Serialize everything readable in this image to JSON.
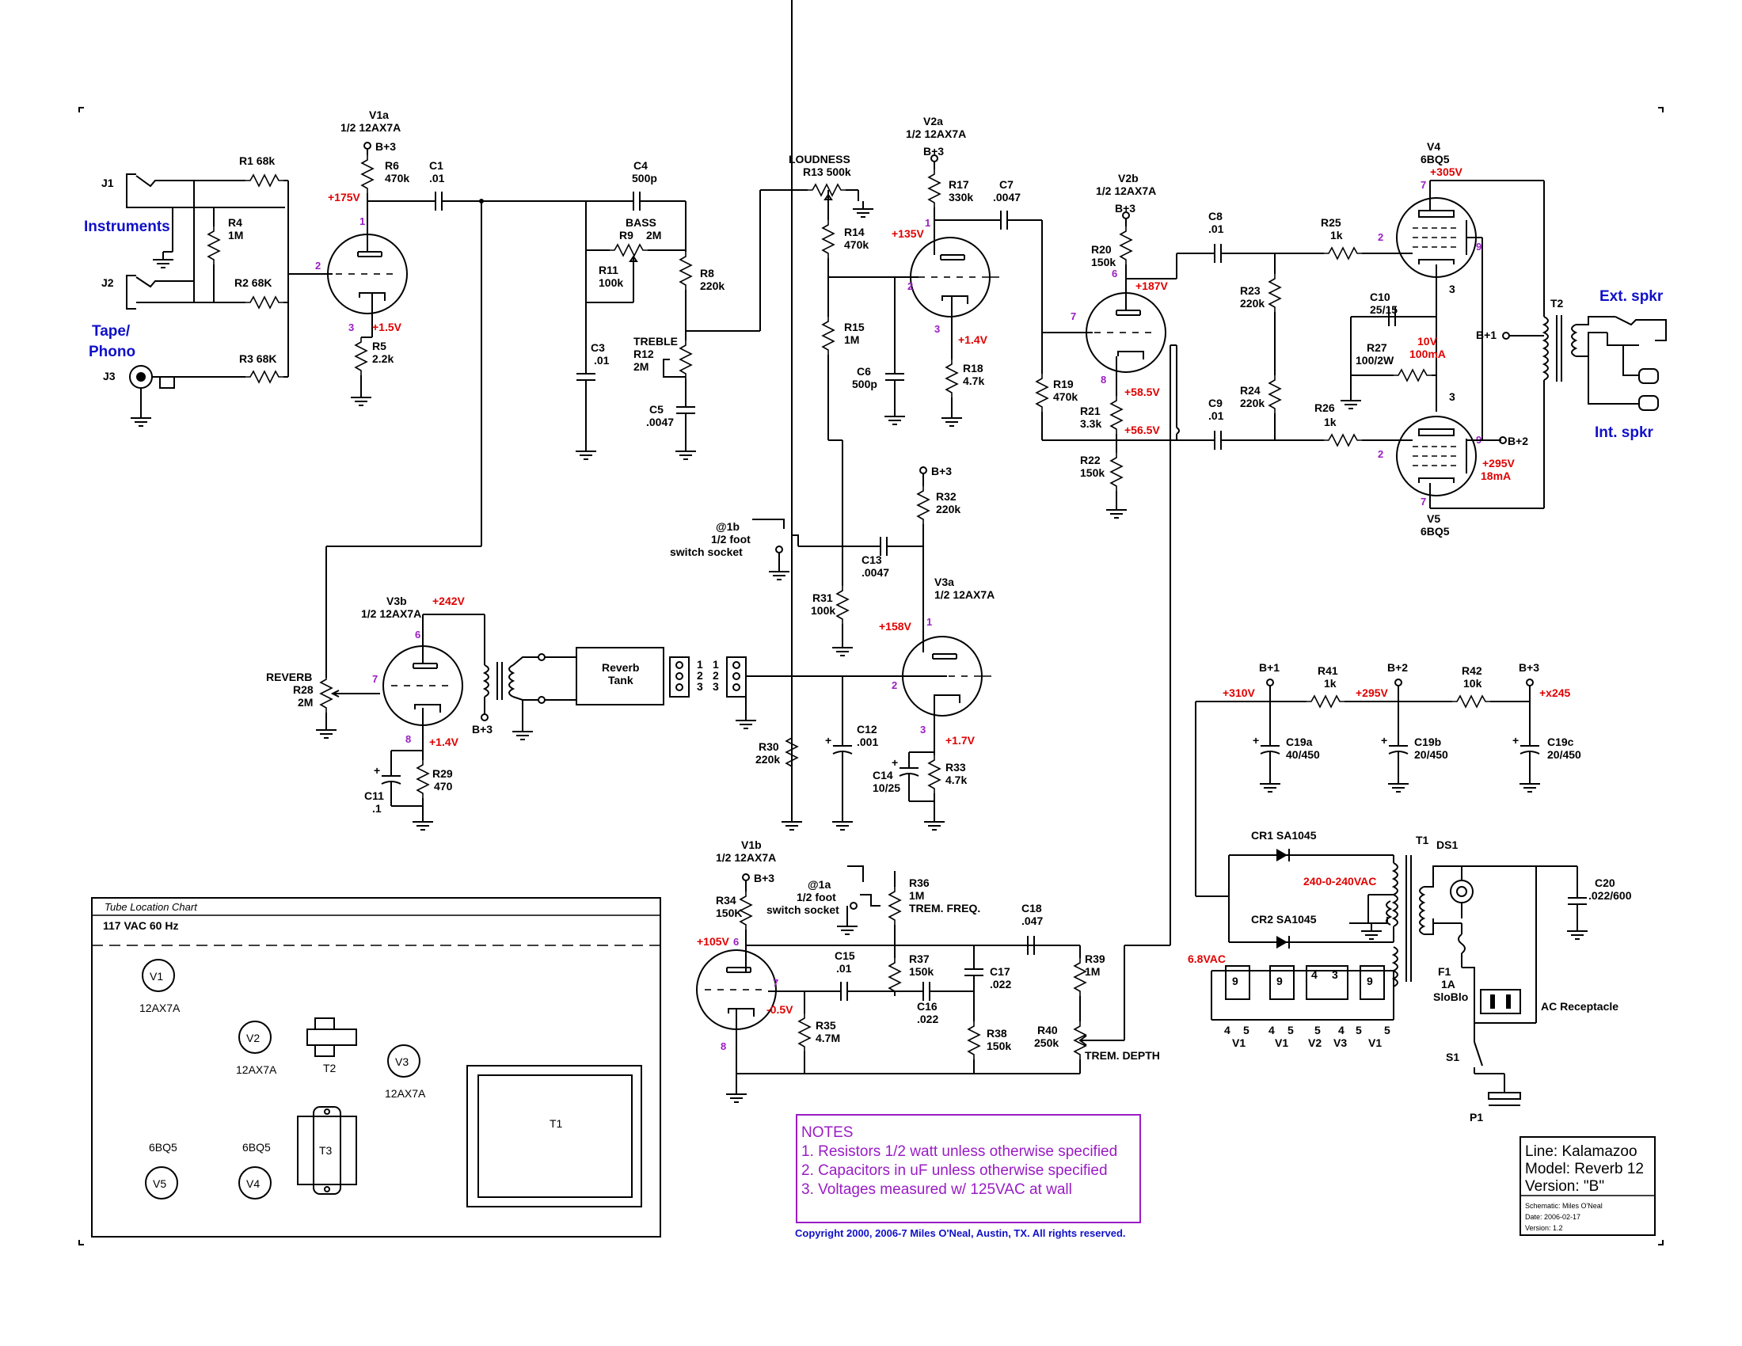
{
  "inputs": {
    "j1": "J1",
    "j2": "J2",
    "j3": "J3",
    "instruments": "Instruments",
    "tape_line1": "Tape/",
    "tape_line2": "Phono"
  },
  "tubes": {
    "v1a": [
      "V1a",
      "1/2 12AX7A"
    ],
    "v2a": [
      "V2a",
      "1/2 12AX7A"
    ],
    "v2b": [
      "V2b",
      "1/2 12AX7A"
    ],
    "v3a": [
      "V3a",
      "1/2 12AX7A"
    ],
    "v3b": [
      "V3b",
      "1/2 12AX7A"
    ],
    "v1b": [
      "V1b",
      "1/2 12AX7A"
    ],
    "v4": [
      "V4",
      "6BQ5"
    ],
    "v5": [
      "V5",
      "6BQ5"
    ]
  },
  "supply": {
    "b1": "B+1",
    "b2": "B+2",
    "b3": "B+3"
  },
  "resistors": {
    "r1": "R1 68k",
    "r2": "R2 68K",
    "r3": "R3 68K",
    "r4": [
      "R4",
      "1M"
    ],
    "r5": [
      "R5",
      "2.2k"
    ],
    "r6": [
      "R6",
      "470k"
    ],
    "r8": [
      "R8",
      "220k"
    ],
    "r9": [
      "R9",
      "2M"
    ],
    "r11": [
      "R11",
      "100k"
    ],
    "r12": [
      "R12",
      "2M"
    ],
    "r13": "R13 500k",
    "r14": [
      "R14",
      "470k"
    ],
    "r15": [
      "R15",
      "1M"
    ],
    "r17": [
      "R17",
      "330k"
    ],
    "r18": [
      "R18",
      "4.7k"
    ],
    "r19": [
      "R19",
      "470k"
    ],
    "r20": [
      "R20",
      "150k"
    ],
    "r21": [
      "R21",
      "3.3k"
    ],
    "r22": [
      "R22",
      "150k"
    ],
    "r23": [
      "R23",
      "220k"
    ],
    "r24": [
      "R24",
      "220k"
    ],
    "r25": [
      "R25",
      "1k"
    ],
    "r26": [
      "R26",
      "1k"
    ],
    "r27": [
      "R27",
      "100/2W"
    ],
    "r28": [
      "R28",
      "2M"
    ],
    "r29": [
      "R29",
      "470"
    ],
    "r30": [
      "R30",
      "220k"
    ],
    "r31": [
      "R31",
      "100k"
    ],
    "r32": [
      "R32",
      "220k"
    ],
    "r33": [
      "R33",
      "4.7k"
    ],
    "r34": [
      "R34",
      "150K"
    ],
    "r35": [
      "R35",
      "4.7M"
    ],
    "r36": [
      "R36",
      "1M"
    ],
    "r37": [
      "R37",
      "150k"
    ],
    "r38": [
      "R38",
      "150k"
    ],
    "r39": [
      "R39",
      "1M"
    ],
    "r40": [
      "R40",
      "250k"
    ],
    "r41": [
      "R41",
      "1k"
    ],
    "r42": [
      "R42",
      "10k"
    ]
  },
  "capacitors": {
    "c1": [
      "C1",
      ".01"
    ],
    "c3": [
      "C3",
      ".01"
    ],
    "c4": [
      "C4",
      "500p"
    ],
    "c5": [
      "C5",
      ".0047"
    ],
    "c6": [
      "C6",
      "500p"
    ],
    "c7": [
      "C7",
      ".0047"
    ],
    "c8": [
      "C8",
      ".01"
    ],
    "c9": [
      "C9",
      ".01"
    ],
    "c10": [
      "C10",
      "25/15"
    ],
    "c11": [
      "C11",
      ".1"
    ],
    "c12": [
      "C12",
      ".001"
    ],
    "c13": [
      "C13",
      ".0047"
    ],
    "c14": [
      "C14",
      "10/25"
    ],
    "c15": [
      "C15",
      ".01"
    ],
    "c16": [
      "C16",
      ".022"
    ],
    "c17": [
      "C17",
      ".022"
    ],
    "c18": [
      "C18",
      ".047"
    ],
    "c19a": [
      "C19a",
      "40/450"
    ],
    "c19b": [
      "C19b",
      "20/450"
    ],
    "c19c": [
      "C19c",
      "20/450"
    ],
    "c20": [
      "C20",
      ".022/600"
    ]
  },
  "controls": {
    "bass": "BASS",
    "treble": "TREBLE",
    "loudness": "LOUDNESS",
    "reverb": "REVERB",
    "trem_freq": "TREM. FREQ.",
    "trem_depth": "TREM. DEPTH"
  },
  "voltages": {
    "v175": "+175V",
    "v15": "+1.5V",
    "v135": "+135V",
    "v14a": "+1.4V",
    "v187": "+187V",
    "v585": "+58.5V",
    "v565": "+56.5V",
    "v305": "+305V",
    "v10": "10V",
    "ma100": "100mA",
    "v295a": "+295V",
    "ma18": "18mA",
    "v242": "+242V",
    "v14b": "+1.4V",
    "v158": "+158V",
    "v17": "+1.7V",
    "v310": "+310V",
    "v295b": "+295V",
    "vx245": "+x245",
    "v105": "+105V",
    "vneg05": "-0.5V",
    "vac240": "240-0-240VAC",
    "vac68": "6.8VAC"
  },
  "pins": {
    "v1a_plate": "1",
    "v1a_grid": "2",
    "v1a_cath": "3",
    "v2a_plate": "1",
    "v2a_grid": "2",
    "v2a_cath": "3",
    "v2b_plate": "6",
    "v2b_grid": "7",
    "v2b_cath": "8",
    "v3b_plate": "6",
    "v3b_grid": "7",
    "v3b_cath": "8",
    "v3a_plate": "1",
    "v3a_grid": "2",
    "v3a_cath": "3",
    "v1b_plate": "6",
    "v1b_grid": "7",
    "v1b_cath": "8",
    "v4_g": "2",
    "v4_k": "3",
    "v4_p": "7",
    "v4_s": "9",
    "v5_g": "2",
    "v5_k": "3",
    "v5_p": "7",
    "v5_s": "9"
  },
  "misc": {
    "footsw_b": [
      "@1b",
      "1/2 foot",
      "switch socket"
    ],
    "footsw_a": [
      "@1a",
      "1/2 foot",
      "switch socket"
    ],
    "reverb_tank": [
      "Reverb",
      "Tank"
    ],
    "tank_pins": [
      "1",
      "2",
      "3"
    ],
    "t2": "T2",
    "ext_spkr": "Ext. spkr",
    "int_spkr": "Int. spkr",
    "cr1": "CR1 SA1045",
    "cr2": "CR2 SA1045",
    "t1": "T1",
    "ds1": "DS1",
    "f1": [
      "F1",
      "1A",
      "SloBlo"
    ],
    "s1": "S1",
    "p1": "P1",
    "ac_receptacle": "AC Receptacle",
    "heater_pins": [
      "9",
      "9",
      "4",
      "3",
      "9"
    ],
    "heater_bottom": [
      [
        "4",
        "5",
        "V1"
      ],
      [
        "4",
        "5",
        "V1"
      ],
      [
        "5",
        "V2"
      ],
      [
        "4",
        "V3"
      ],
      [
        "5",
        "5",
        "V1"
      ]
    ]
  },
  "location_chart": {
    "title": "Tube Location Chart",
    "mains": "117 VAC 60 Hz",
    "tubes": [
      {
        "id": "V1",
        "type": "12AX7A"
      },
      {
        "id": "V2",
        "type": "12AX7A"
      },
      {
        "id": "V3",
        "type": "12AX7A"
      },
      {
        "id": "V5",
        "type": "6BQ5"
      },
      {
        "id": "V4",
        "type": "6BQ5"
      }
    ],
    "transformers": [
      "T2",
      "T3",
      "T1"
    ]
  },
  "notes": {
    "title": "NOTES",
    "items": [
      "1. Resistors 1/2 watt unless otherwise specified",
      "2. Capacitors in uF unless otherwise specified",
      "3. Voltages measured w/ 125VAC at wall"
    ]
  },
  "copyright": "Copyright 2000, 2006-7 Miles O'Neal, Austin, TX.  All rights reserved.",
  "title_block": {
    "line": "Line:  Kalamazoo",
    "model": "Model: Reverb 12",
    "version": "Version: \"B\"",
    "schematic": "Schematic: Miles O'Neal",
    "date": "Date:        2006-02-17",
    "rev": "Version:    1.2"
  },
  "colors": {
    "voltage": "#e00000",
    "pin": "#9a1cc4",
    "heading": "#1010c8",
    "notes": "#9a1cc4"
  }
}
